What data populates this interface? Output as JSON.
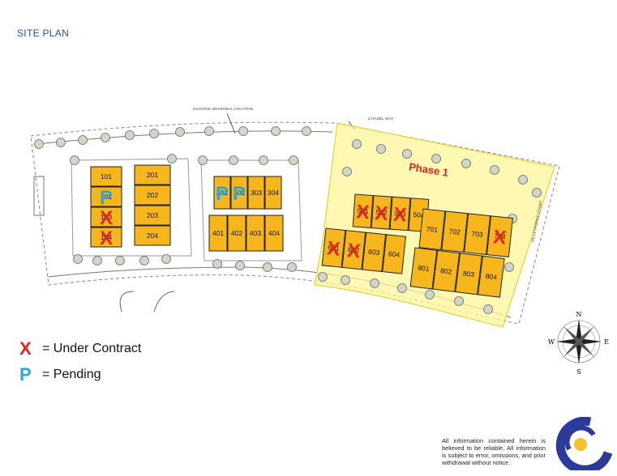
{
  "page": {
    "title": "SITE PLAN"
  },
  "street_labels": {
    "citadel_way": "CITADEL WAY",
    "existing_driveway": "EXISTING DRIVEWAY LOCATION",
    "valleyforge_court": "VALLEYFORGE COURT"
  },
  "phase": {
    "label": "Phase 1",
    "color": "#fff59a",
    "border_color": "#e6d23a"
  },
  "colors": {
    "unit_fill": "#f7b71c",
    "unit_stroke": "#222222",
    "under_contract": "#e8231f",
    "pending": "#2aa6df",
    "brand_blue": "#2b3a9b",
    "brand_gold": "#f5c12e"
  },
  "buildings": [
    {
      "id": "b1",
      "units": [
        "101",
        "102",
        "103",
        "104"
      ]
    },
    {
      "id": "b2",
      "units": [
        "201",
        "202",
        "203",
        "204"
      ]
    },
    {
      "id": "b3",
      "units": [
        "301",
        "302",
        "303",
        "304"
      ]
    },
    {
      "id": "b4",
      "units": [
        "401",
        "402",
        "403",
        "404"
      ]
    },
    {
      "id": "b5",
      "units": [
        "501",
        "502",
        "503",
        "504"
      ]
    },
    {
      "id": "b6",
      "units": [
        "601",
        "602",
        "603",
        "604"
      ]
    },
    {
      "id": "b7",
      "units": [
        "701",
        "702",
        "703",
        "704"
      ]
    },
    {
      "id": "b8",
      "units": [
        "801",
        "802",
        "803",
        "804"
      ]
    }
  ],
  "status": {
    "under_contract": [
      "103",
      "104",
      "501",
      "502",
      "503",
      "601",
      "602",
      "704"
    ],
    "pending": [
      "102",
      "301",
      "302"
    ]
  },
  "legend": [
    {
      "symbol": "X",
      "label": "= Under Contract",
      "status": "under_contract"
    },
    {
      "symbol": "P",
      "label": "= Pending",
      "status": "pending"
    }
  ],
  "compass": {
    "n": "N",
    "s": "S",
    "e": "E",
    "w": "W"
  },
  "disclaimer": "All information contained herein is believed to be reliable. All information is subject to error, omissions, and prior withdrawal without notice."
}
